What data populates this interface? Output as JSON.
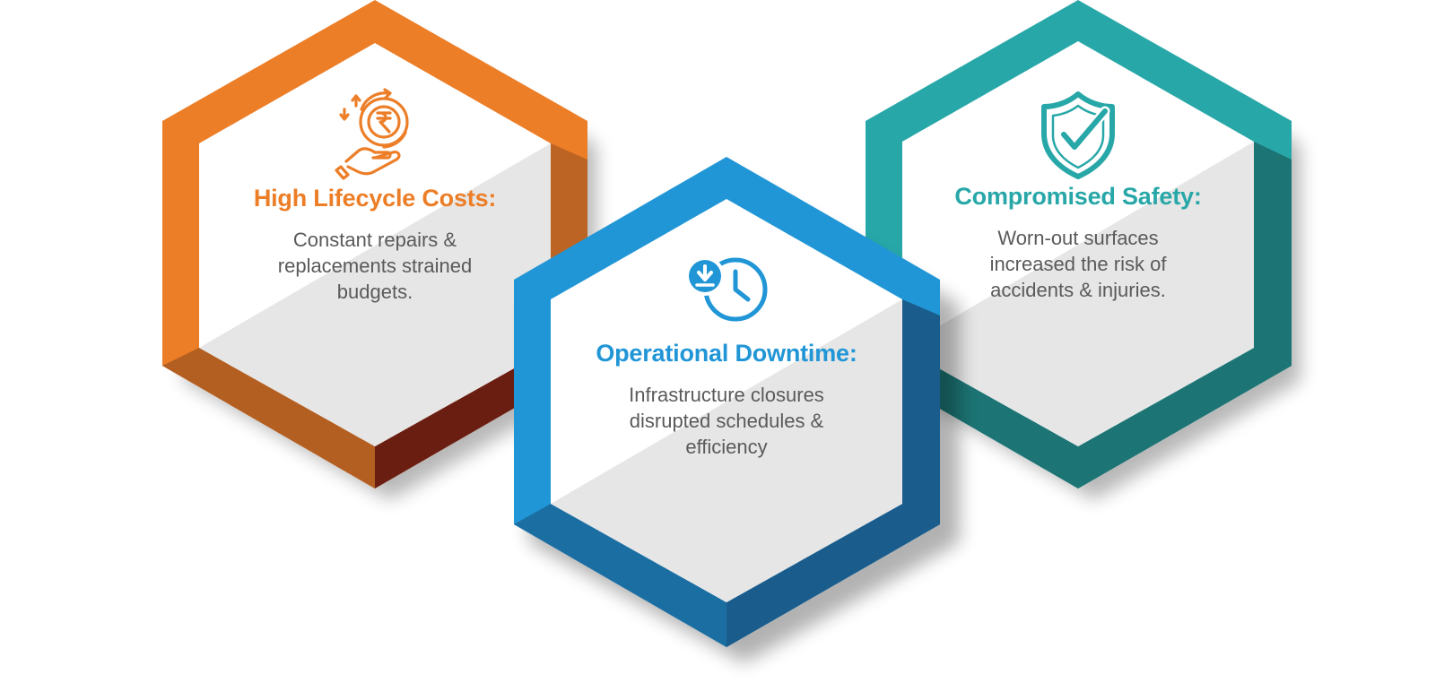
{
  "colors": {
    "orange": "#ec7e28",
    "orange_shadow_left": "#b35f22",
    "orange_shadow_right": "#6a1e12",
    "blue": "#2196d6",
    "blue_shadow": "#1a5d8c",
    "teal": "#28a7a8",
    "teal_shadow": "#1d7474",
    "face_light": "#ffffff",
    "face_shade": "#e6e6e6",
    "text_gray": "#5a5a5a"
  },
  "cards": [
    {
      "id": "lifecycle",
      "icon": "rupee-hand-cycle-icon",
      "title": "High Lifecycle Costs:",
      "description": [
        "Constant repairs &",
        "replacements strained",
        "budgets."
      ]
    },
    {
      "id": "downtime",
      "icon": "clock-download-icon",
      "title": "Operational Downtime:",
      "description": [
        "Infrastructure closures",
        "disrupted schedules &",
        "efficiency"
      ]
    },
    {
      "id": "safety",
      "icon": "shield-check-icon",
      "title": "Compromised Safety:",
      "description": [
        "Worn-out surfaces",
        "increased the risk of",
        "accidents & injuries."
      ]
    }
  ]
}
